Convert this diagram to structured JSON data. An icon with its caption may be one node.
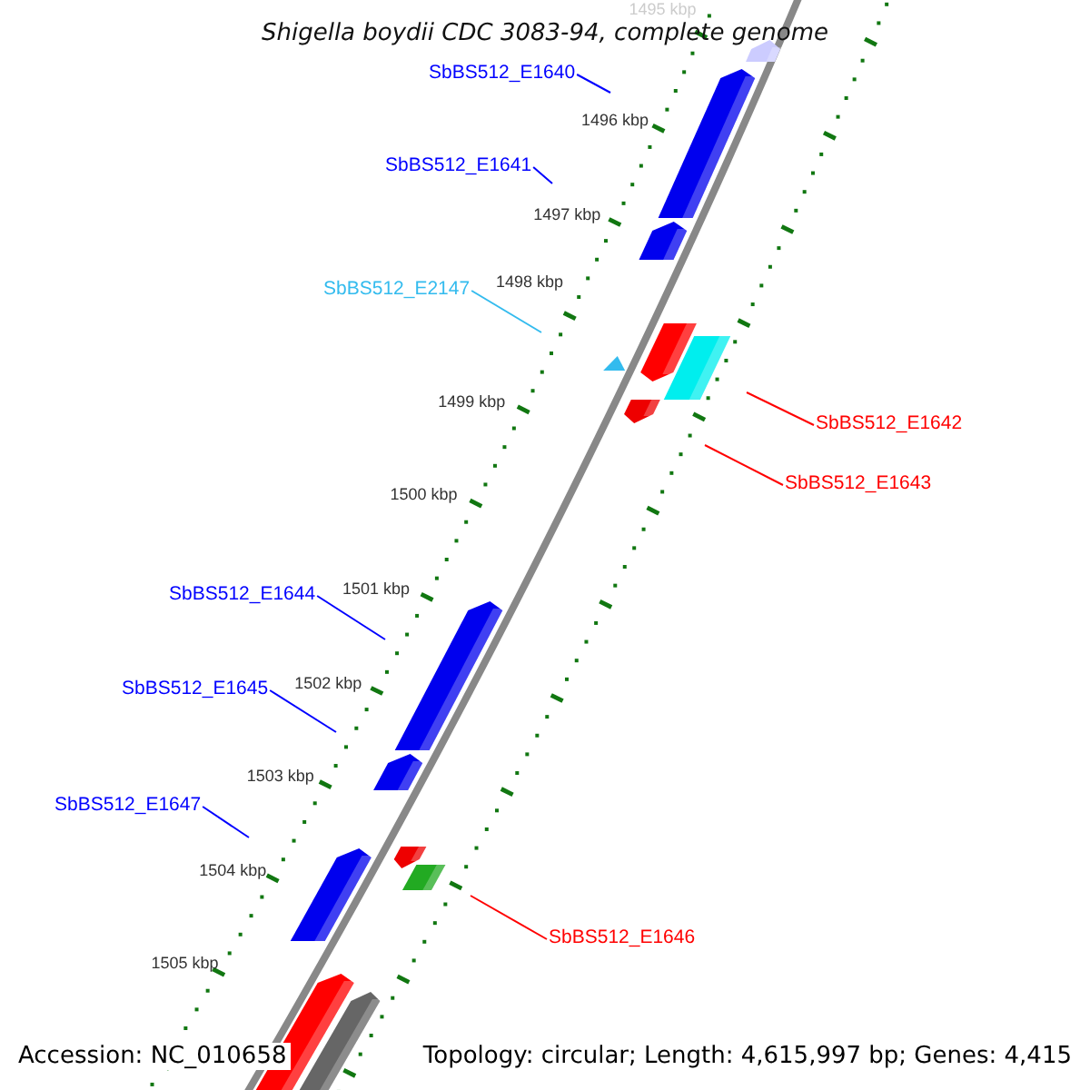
{
  "diagram": {
    "title": "Shigella boydii CDC 3083-94, complete genome",
    "nodes": [
      {
        "text": [
          "SbBS512_E1640"
        ]
      },
      {
        "text": [
          "SbBS512_E1641"
        ]
      },
      {
        "text": [
          "SbBS512_E2147"
        ]
      },
      {
        "text": [
          "SbBS512_E1642"
        ]
      },
      {
        "text": [
          "SbBS512_E1643"
        ]
      },
      {
        "text": [
          "SbBS512_E1644"
        ]
      },
      {
        "text": [
          "SbBS512_E1645"
        ]
      },
      {
        "text": [
          "SbBS512_E1647"
        ]
      },
      {
        "text": [
          "SbBS512_E1646"
        ]
      }
    ],
    "edges": [
      {
        "from": 0,
        "to": null,
        "arrow": "none"
      },
      {
        "from": 1,
        "to": null,
        "arrow": "none"
      },
      {
        "from": 2,
        "to": null,
        "arrow": "none",
        "color": "#33bbee"
      },
      {
        "from": 3,
        "to": null,
        "arrow": "none",
        "color": "#ff0000"
      },
      {
        "from": 4,
        "to": null,
        "arrow": "none",
        "color": "#ff0000"
      },
      {
        "from": 5,
        "to": null,
        "arrow": "none"
      },
      {
        "from": 6,
        "to": null,
        "arrow": "none"
      },
      {
        "from": 7,
        "to": null,
        "arrow": "none"
      },
      {
        "from": 8,
        "to": null,
        "arrow": "none",
        "color": "#ff0000"
      }
    ],
    "labels": [
      "1495 kbp",
      "1496 kbp",
      "1497 kbp",
      "1498 kbp",
      "1499 kbp",
      "1500 kbp",
      "1501 kbp",
      "1502 kbp",
      "1503 kbp",
      "1504 kbp",
      "1505 kbp",
      "Accession: NC_010658",
      "Topology: circular; Length: 4,615,997 bp; Genes: 4,415"
    ]
  }
}
